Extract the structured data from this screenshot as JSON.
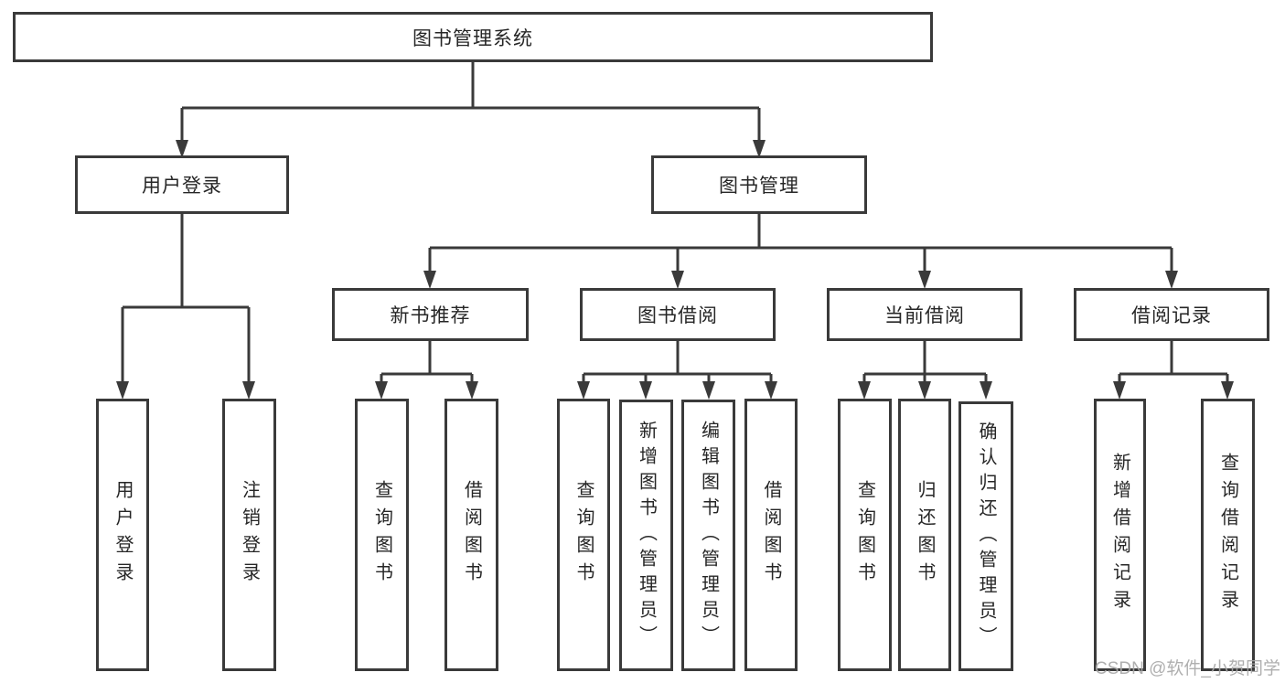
{
  "diagram": {
    "title": "图书管理系统",
    "branches": [
      {
        "label": "用户登录",
        "children": [
          {
            "label": "用户登录"
          },
          {
            "label": "注销登录"
          }
        ]
      },
      {
        "label": "图书管理",
        "children": [
          {
            "label": "新书推荐",
            "children": [
              {
                "label": "查询图书"
              },
              {
                "label": "借阅图书"
              }
            ]
          },
          {
            "label": "图书借阅",
            "children": [
              {
                "label": "查询图书"
              },
              {
                "label": "新增图书（管理员）"
              },
              {
                "label": "编辑图书（管理员）"
              },
              {
                "label": "借阅图书"
              }
            ]
          },
          {
            "label": "当前借阅",
            "children": [
              {
                "label": "查询图书"
              },
              {
                "label": "归还图书"
              },
              {
                "label": "确认归还（管理员）"
              }
            ]
          },
          {
            "label": "借阅记录",
            "children": [
              {
                "label": "新增借阅记录"
              },
              {
                "label": "查询借阅记录"
              }
            ]
          }
        ]
      }
    ]
  },
  "watermark": {
    "text": "CSDN @软件_小贺同学"
  },
  "colors": {
    "line": "#3a3a3a",
    "box_border": "#3a3a3a",
    "text": "#262626",
    "watermark": "#a8a8a8",
    "background": "#ffffff"
  }
}
